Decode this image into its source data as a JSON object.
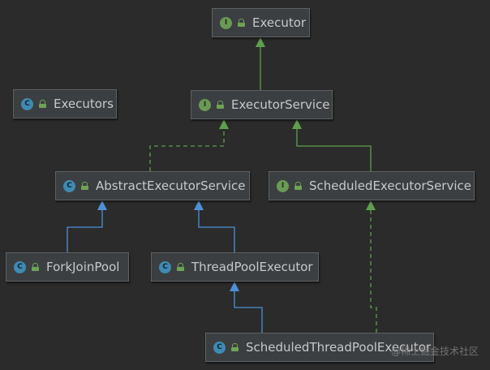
{
  "diagram": {
    "nodes": [
      {
        "id": "executor",
        "kind": "I",
        "label": "Executor"
      },
      {
        "id": "executors",
        "kind": "C",
        "label": "Executors"
      },
      {
        "id": "executor-service",
        "kind": "I",
        "label": "ExecutorService"
      },
      {
        "id": "abstract-executor-service",
        "kind": "C",
        "label": "AbstractExecutorService"
      },
      {
        "id": "scheduled-executor-service",
        "kind": "I",
        "label": "ScheduledExecutorService"
      },
      {
        "id": "fork-join-pool",
        "kind": "C",
        "label": "ForkJoinPool"
      },
      {
        "id": "thread-pool-executor",
        "kind": "C",
        "label": "ThreadPoolExecutor"
      },
      {
        "id": "scheduled-thread-pool-executor",
        "kind": "C",
        "label": "ScheduledThreadPoolExecutor"
      }
    ],
    "edges": [
      {
        "from": "executor-service",
        "to": "executor",
        "type": "extends"
      },
      {
        "from": "abstract-executor-service",
        "to": "executor-service",
        "type": "implements"
      },
      {
        "from": "scheduled-executor-service",
        "to": "executor-service",
        "type": "extends"
      },
      {
        "from": "fork-join-pool",
        "to": "abstract-executor-service",
        "type": "extends"
      },
      {
        "from": "thread-pool-executor",
        "to": "abstract-executor-service",
        "type": "extends"
      },
      {
        "from": "scheduled-thread-pool-executor",
        "to": "thread-pool-executor",
        "type": "extends"
      },
      {
        "from": "scheduled-thread-pool-executor",
        "to": "scheduled-executor-service",
        "type": "implements"
      }
    ]
  },
  "colors": {
    "background": "#2b2b2b",
    "interface_badge": "#6a9a55",
    "class_badge": "#3f8ab3",
    "interface_edge": "#5f9e4d",
    "class_edge": "#4e90d6"
  },
  "watermark": "@稀土掘金技术社区"
}
